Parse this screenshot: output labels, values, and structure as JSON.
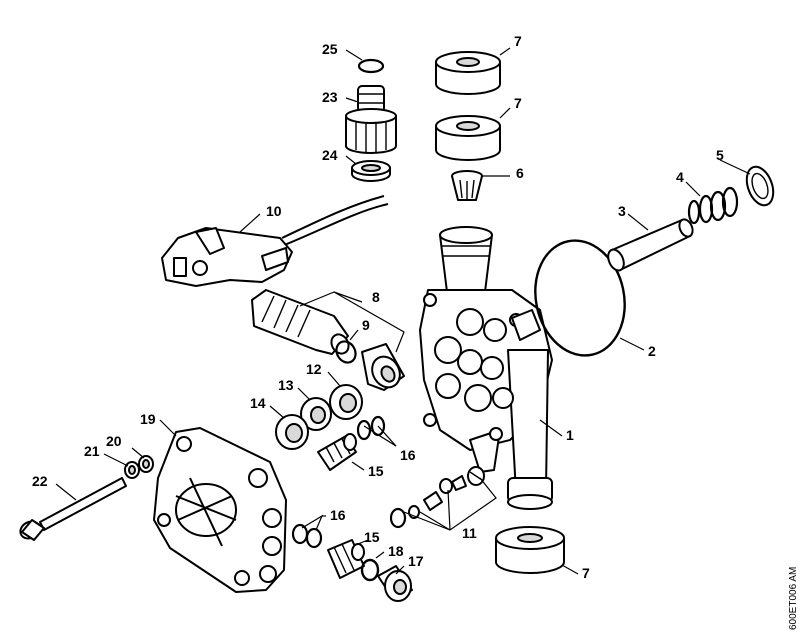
{
  "callouts": {
    "c1": "1",
    "c2": "2",
    "c3": "3",
    "c4": "4",
    "c5": "5",
    "c6": "6",
    "c7a": "7",
    "c7b": "7",
    "c7c": "7",
    "c8": "8",
    "c9": "9",
    "c10": "10",
    "c11": "11",
    "c12": "12",
    "c13": "13",
    "c14": "14",
    "c15a": "15",
    "c15b": "15",
    "c16a": "16",
    "c16b": "16",
    "c17": "17",
    "c18": "18",
    "c19": "19",
    "c20": "20",
    "c21": "21",
    "c22": "22",
    "c23": "23",
    "c24": "24",
    "c25": "25"
  },
  "drawing_code": "600ET006 AM"
}
